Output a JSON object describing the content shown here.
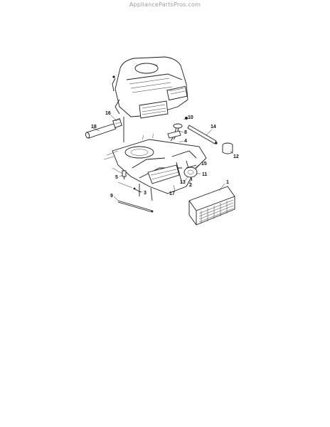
{
  "watermark": "AppliancePartsPros.com",
  "callouts": [
    {
      "id": "c1",
      "label": "1"
    },
    {
      "id": "c2",
      "label": "2"
    },
    {
      "id": "c3",
      "label": "3"
    },
    {
      "id": "c4",
      "label": "4"
    },
    {
      "id": "c5",
      "label": "5"
    },
    {
      "id": "c8",
      "label": "8"
    },
    {
      "id": "c9",
      "label": "9"
    },
    {
      "id": "c10",
      "label": "10"
    },
    {
      "id": "c11",
      "label": "11"
    },
    {
      "id": "c12",
      "label": "12"
    },
    {
      "id": "c13",
      "label": "13"
    },
    {
      "id": "c14",
      "label": "14"
    },
    {
      "id": "c15",
      "label": "15"
    },
    {
      "id": "c16",
      "label": "16"
    },
    {
      "id": "c17",
      "label": "17"
    },
    {
      "id": "c18",
      "label": "18"
    }
  ]
}
